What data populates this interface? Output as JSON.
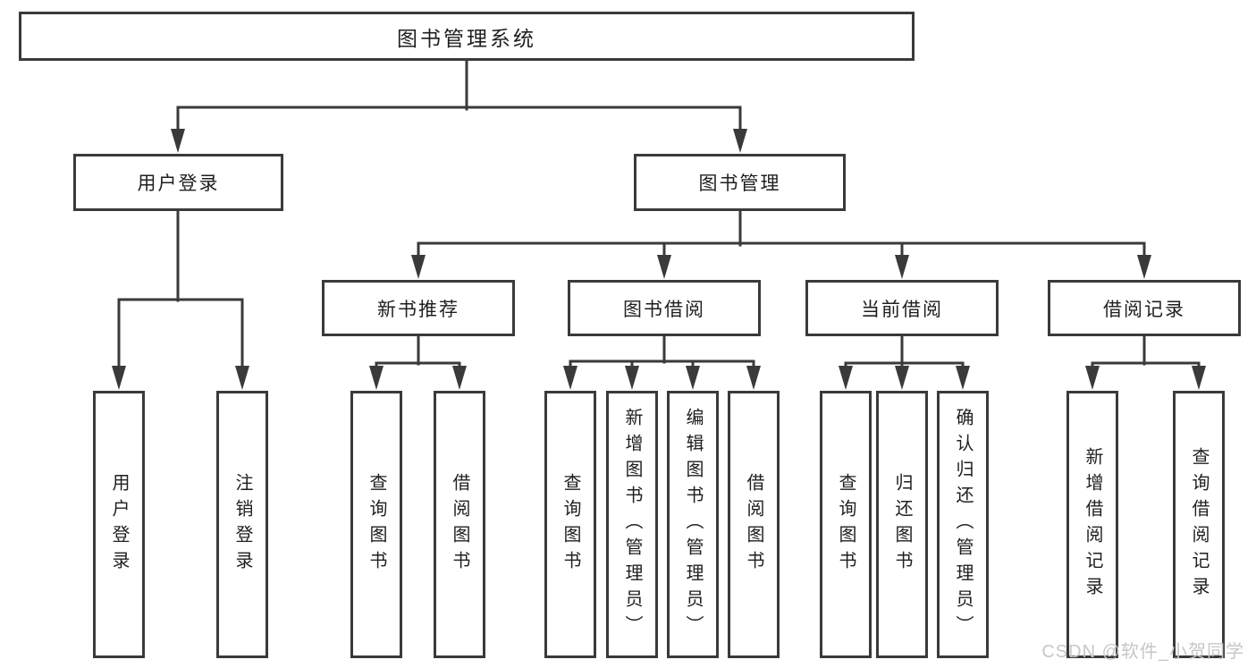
{
  "tree": {
    "label": "图书管理系统",
    "children": [
      {
        "label": "用户登录",
        "children": [
          {
            "label": "用户登录"
          },
          {
            "label": "注销登录"
          }
        ]
      },
      {
        "label": "图书管理",
        "children": [
          {
            "label": "新书推荐",
            "children": [
              {
                "label": "查询图书"
              },
              {
                "label": "借阅图书"
              }
            ]
          },
          {
            "label": "图书借阅",
            "children": [
              {
                "label": "查询图书"
              },
              {
                "label": "新增图书（管理员）"
              },
              {
                "label": "编辑图书（管理员）"
              },
              {
                "label": "借阅图书"
              }
            ]
          },
          {
            "label": "当前借阅",
            "children": [
              {
                "label": "查询图书"
              },
              {
                "label": "归还图书"
              },
              {
                "label": "确认归还（管理员）"
              }
            ]
          },
          {
            "label": "借阅记录",
            "children": [
              {
                "label": "新增借阅记录"
              },
              {
                "label": "查询借阅记录"
              }
            ]
          }
        ]
      }
    ]
  },
  "watermark": {
    "text": "CSDN @软件_小贺同学"
  },
  "colors": {
    "line": "#3a3a3a",
    "box_border": "#3a3a3a",
    "text": "#1f1f1f",
    "background": "#ffffff",
    "watermark": "#c7c7c7"
  }
}
